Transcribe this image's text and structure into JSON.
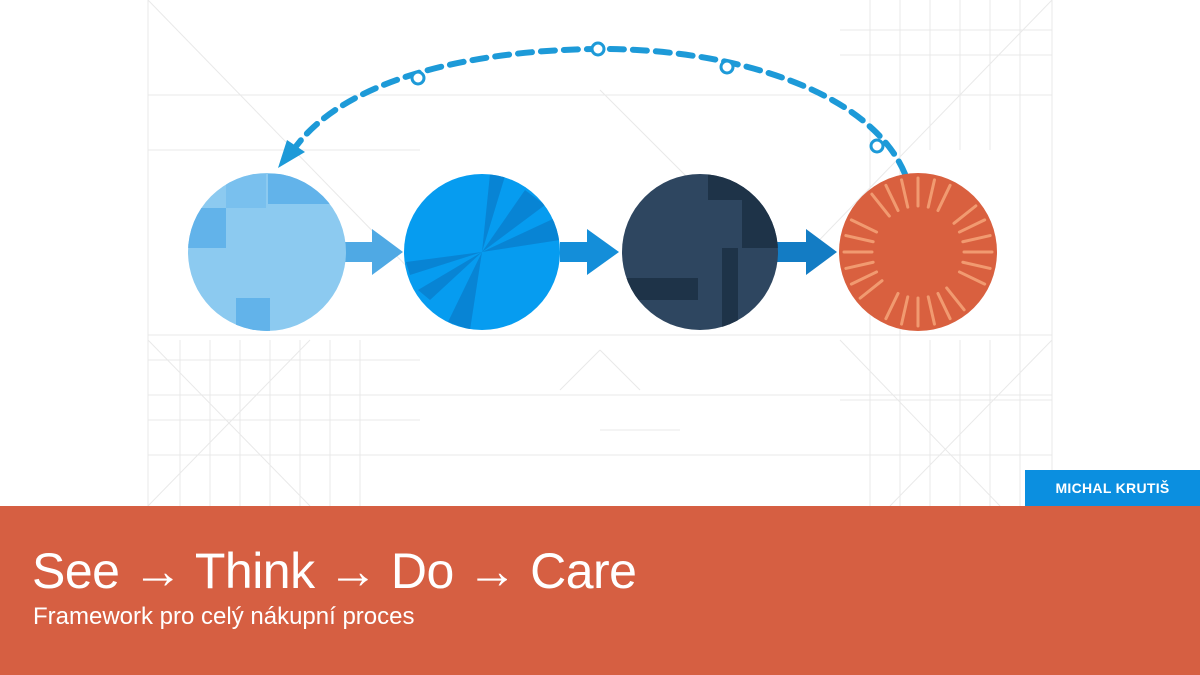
{
  "author": "MICHAL KRUTIŠ",
  "title": "See → Think → Do → Care",
  "subtitle": "Framework pro celý nákupní proces",
  "colors": {
    "stage_see": "#8ccaf0",
    "stage_think": "#069cf0",
    "stage_do": "#2e4660",
    "stage_care": "#d9603f",
    "arrow": "#1d9ad8",
    "banner": "#d65f42",
    "badge": "#0b8fe0"
  },
  "stages": [
    {
      "id": "see",
      "icon": "light-blue-stage-circle"
    },
    {
      "id": "think",
      "icon": "blue-stage-circle"
    },
    {
      "id": "do",
      "icon": "navy-stage-circle"
    },
    {
      "id": "care",
      "icon": "orange-stage-circle"
    }
  ]
}
